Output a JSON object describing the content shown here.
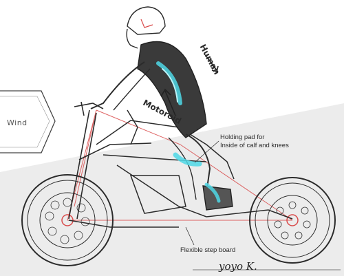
{
  "labels": {
    "wind": "Wind",
    "human": "Human",
    "motoroid": "Motoroid",
    "holding_pad_line1": "Holding pad for",
    "holding_pad_line2": "Inside of calf and knees",
    "step_board": "Flexible step board",
    "signature": "yoyo K."
  },
  "colors": {
    "line": "#2b2b2b",
    "shade": "#d9d9d9",
    "accent_cyan": "#4fd8e6",
    "guide_red": "#d94a4a"
  }
}
